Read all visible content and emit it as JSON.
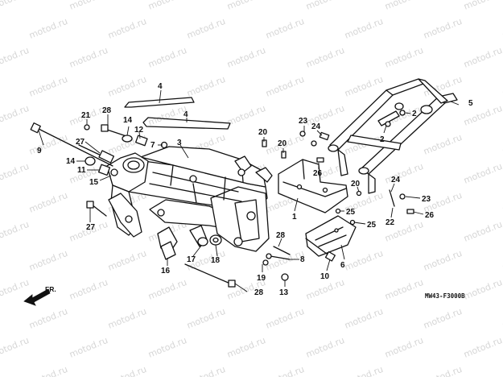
{
  "watermark": {
    "text": "motod.ru",
    "rows": 14,
    "cols": 7
  },
  "diagram": {
    "code": "MW43-F3000B",
    "front_label": "FR."
  },
  "callouts": [
    {
      "id": "c-1",
      "label": "1"
    },
    {
      "id": "c-2a",
      "label": "2"
    },
    {
      "id": "c-2b",
      "label": "2"
    },
    {
      "id": "c-3",
      "label": "3"
    },
    {
      "id": "c-4a",
      "label": "4"
    },
    {
      "id": "c-4b",
      "label": "4"
    },
    {
      "id": "c-5",
      "label": "5"
    },
    {
      "id": "c-6",
      "label": "6"
    },
    {
      "id": "c-7",
      "label": "7"
    },
    {
      "id": "c-8",
      "label": "8"
    },
    {
      "id": "c-9",
      "label": "9"
    },
    {
      "id": "c-10",
      "label": "10"
    },
    {
      "id": "c-11",
      "label": "11"
    },
    {
      "id": "c-12",
      "label": "12"
    },
    {
      "id": "c-13",
      "label": "13"
    },
    {
      "id": "c-14a",
      "label": "14"
    },
    {
      "id": "c-14b",
      "label": "14"
    },
    {
      "id": "c-15",
      "label": "15"
    },
    {
      "id": "c-16",
      "label": "16"
    },
    {
      "id": "c-17",
      "label": "17"
    },
    {
      "id": "c-18",
      "label": "18"
    },
    {
      "id": "c-19",
      "label": "19"
    },
    {
      "id": "c-20a",
      "label": "20"
    },
    {
      "id": "c-20b",
      "label": "20"
    },
    {
      "id": "c-20c",
      "label": "20"
    },
    {
      "id": "c-21",
      "label": "21"
    },
    {
      "id": "c-22",
      "label": "22"
    },
    {
      "id": "c-23a",
      "label": "23"
    },
    {
      "id": "c-23b",
      "label": "23"
    },
    {
      "id": "c-24a",
      "label": "24"
    },
    {
      "id": "c-24b",
      "label": "24"
    },
    {
      "id": "c-25a",
      "label": "25"
    },
    {
      "id": "c-25b",
      "label": "25"
    },
    {
      "id": "c-26a",
      "label": "26"
    },
    {
      "id": "c-26b",
      "label": "26"
    },
    {
      "id": "c-27a",
      "label": "27"
    },
    {
      "id": "c-27b",
      "label": "27"
    },
    {
      "id": "c-28a",
      "label": "28"
    },
    {
      "id": "c-28b",
      "label": "28"
    },
    {
      "id": "c-28c",
      "label": "28"
    }
  ]
}
